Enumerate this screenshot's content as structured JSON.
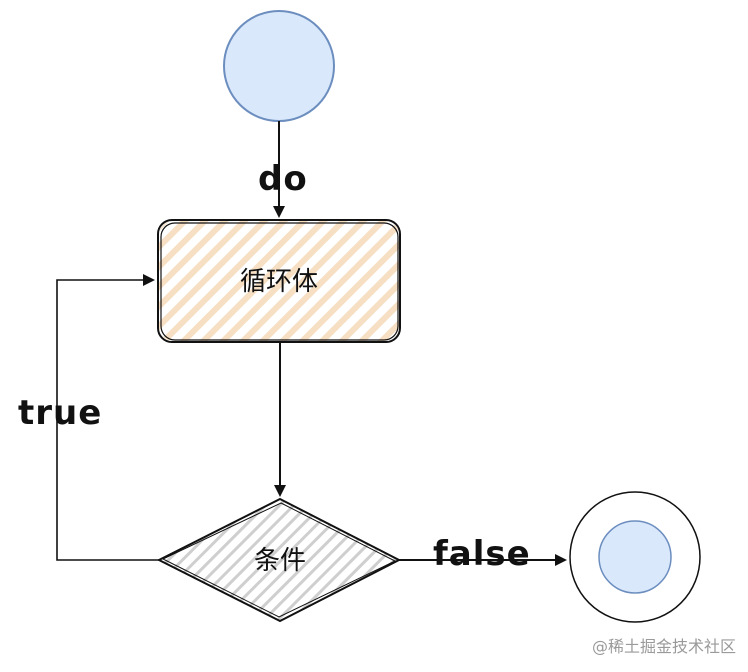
{
  "nodes": {
    "loop_body": {
      "label": "循环体"
    },
    "condition": {
      "label": "条件"
    }
  },
  "edges": {
    "do": "do",
    "true": "true",
    "false": "false"
  },
  "colors": {
    "start_fill": "#dae8fc",
    "start_stroke": "#6c8ebf",
    "body_hatch": "#f6dfc3",
    "diamond_hatch": "#c8c8c8",
    "line": "#111111"
  },
  "watermark": "@稀土掘金技术社区"
}
